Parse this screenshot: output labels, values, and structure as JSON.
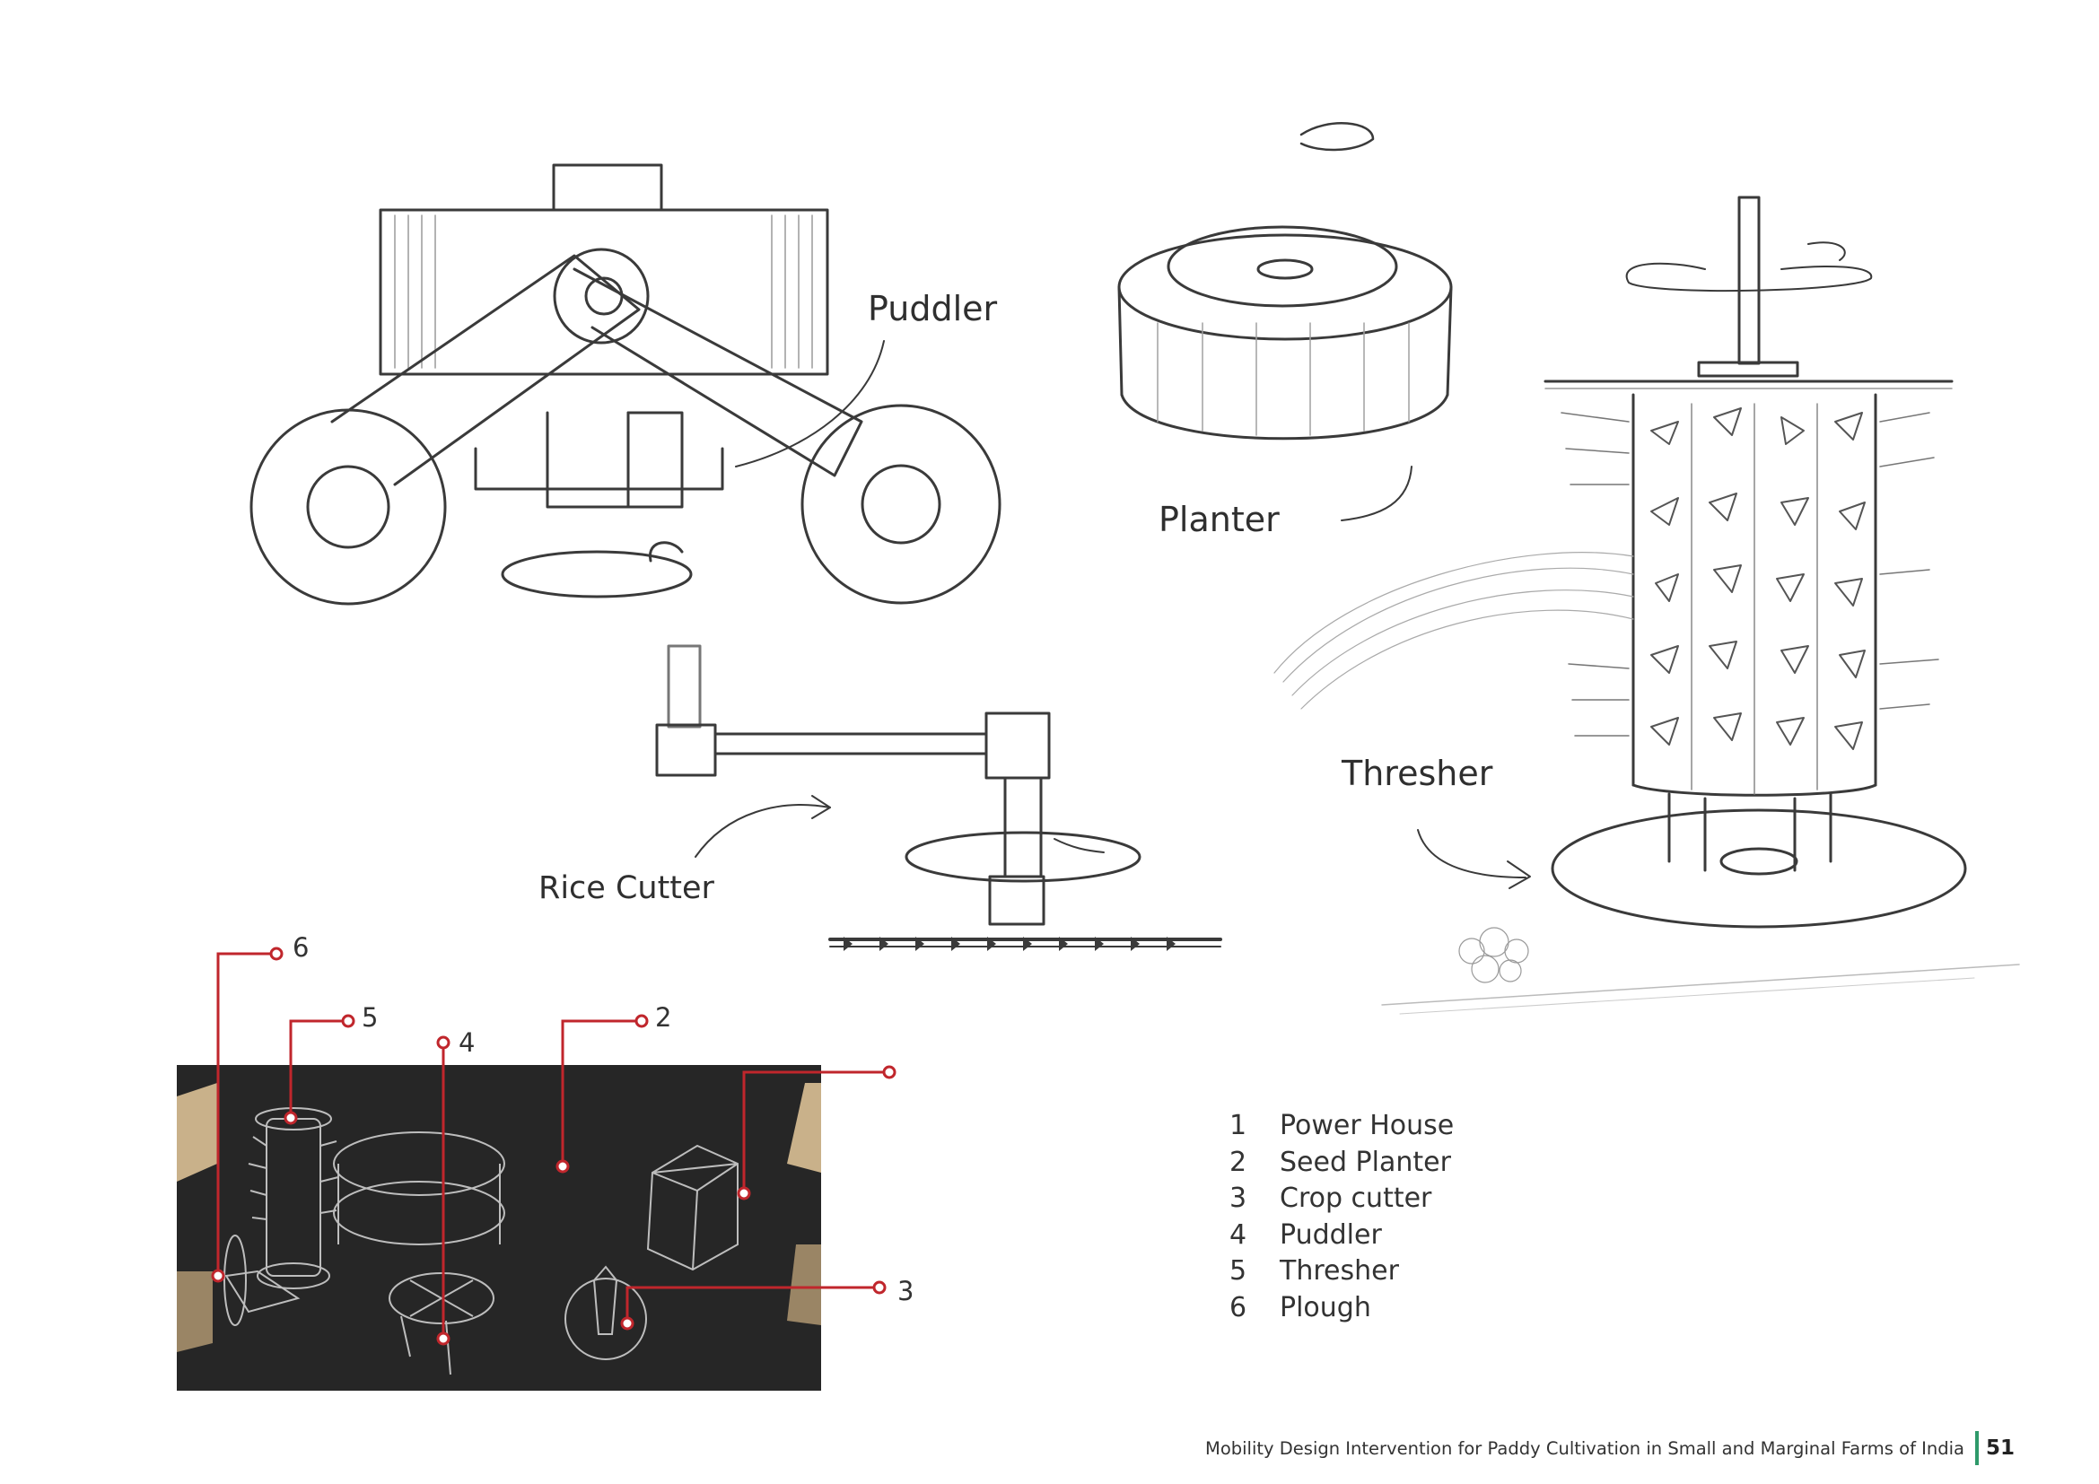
{
  "sketch_labels": {
    "puddler": "Puddler",
    "planter": "Planter",
    "rice_cutter": "Rice Cutter",
    "thresher": "Thresher"
  },
  "callouts": [
    "6",
    "5",
    "4",
    "2",
    "3"
  ],
  "legend": [
    {
      "num": "1",
      "label": "Power House"
    },
    {
      "num": "2",
      "label": "Seed Planter"
    },
    {
      "num": "3",
      "label": "Crop cutter"
    },
    {
      "num": "4",
      "label": "Puddler"
    },
    {
      "num": "5",
      "label": "Thresher"
    },
    {
      "num": "6",
      "label": "Plough"
    }
  ],
  "footer": {
    "title": "Mobility Design Intervention for Paddy Cultivation in Small and Marginal Farms of India",
    "page": "51"
  },
  "colors": {
    "callout_red": "#c0262c",
    "footer_accent": "#2e9a6a",
    "photo_background": "#262626"
  }
}
